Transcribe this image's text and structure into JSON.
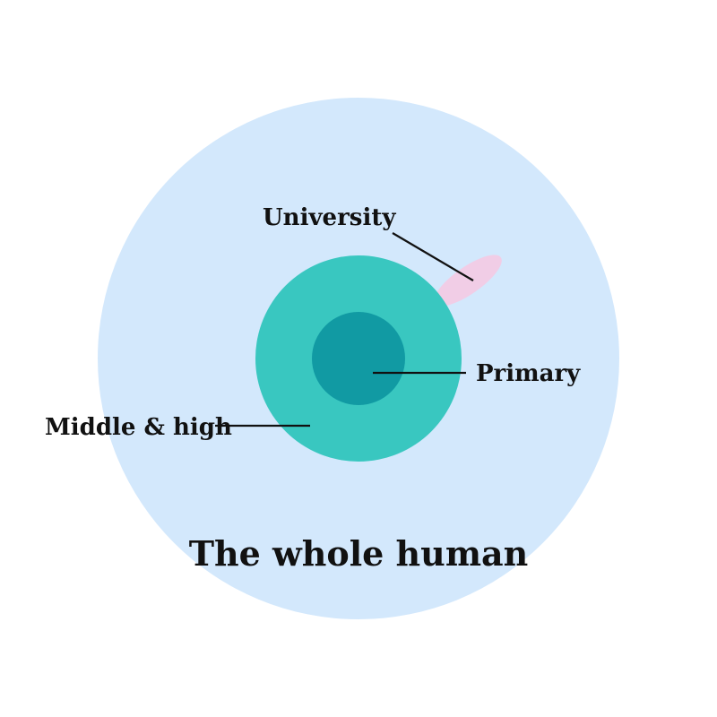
{
  "diagram": {
    "labels": {
      "outer": "The whole human",
      "university": "University",
      "primary": "Primary",
      "middle_high": "Middle & high"
    },
    "colors": {
      "background": "#ffffff",
      "outer_circle": "#d3e8fc",
      "middle_circle": "#39c7c0",
      "inner_circle": "#119aa3",
      "university_ellipse": "#f1cde6",
      "text": "#111111"
    }
  }
}
